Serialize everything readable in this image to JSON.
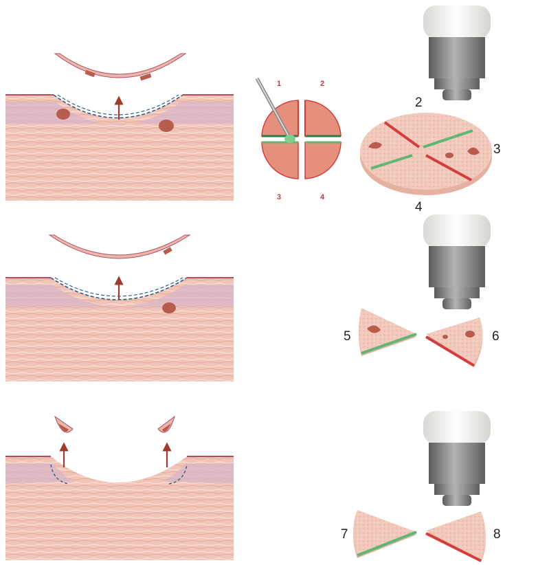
{
  "quadrant_numbers": [
    "1",
    "2",
    "3",
    "4"
  ],
  "step_labels": {
    "s2": "2",
    "s3": "3",
    "s4": "4",
    "s5": "5",
    "s6": "6",
    "s7": "7",
    "s8": "8"
  },
  "colors": {
    "dermis": "#f0c4b6",
    "epidermis_band": "#d8b6c8",
    "surface_line": "#b44b5e",
    "tumor": "#b85c4e",
    "margin_dashed": "#2c5c8c",
    "arrow": "#a23a2c",
    "ink_green": "#5fb675",
    "ink_red": "#d43d3d",
    "specimen_top": "#f2c9bb",
    "specimen_side": "#e6b1a0",
    "quadrant_label": "#c23a3a",
    "microscope_cap": "#f4f4f2",
    "microscope_body": "#7a7a7a"
  }
}
